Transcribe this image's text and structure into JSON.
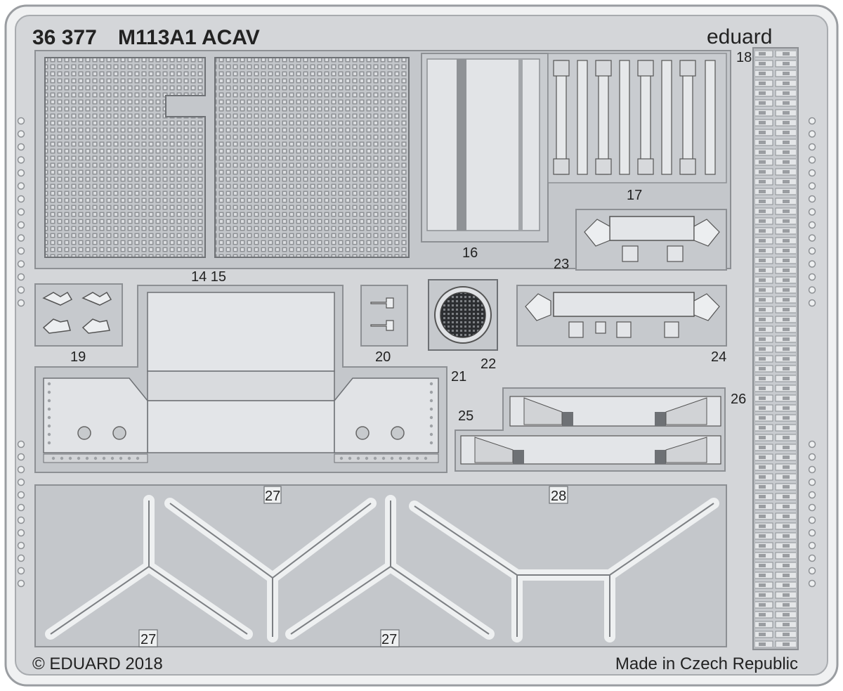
{
  "sheet": {
    "product_code": "36 377",
    "model_name": "M113A1 ACAV",
    "brand": "eduard",
    "copyright": "© EDUARD 2018",
    "origin": "Made in Czech Republic"
  },
  "part_labels": {
    "p14_15": "14 15",
    "p16": "16",
    "p17": "17",
    "p18": "18",
    "p19": "19",
    "p20": "20",
    "p21": "21",
    "p22": "22",
    "p23": "23",
    "p24": "24",
    "p25": "25",
    "p26": "26",
    "p27a": "27",
    "p27b": "27",
    "p27c": "27",
    "p28": "28"
  },
  "colors": {
    "fret": "#c8cbcf",
    "fret_dark": "#8d9094",
    "part": "#d9dbde",
    "part_light": "#e3e5e8",
    "frame": "#f2f3f4",
    "ink": "#222222"
  }
}
